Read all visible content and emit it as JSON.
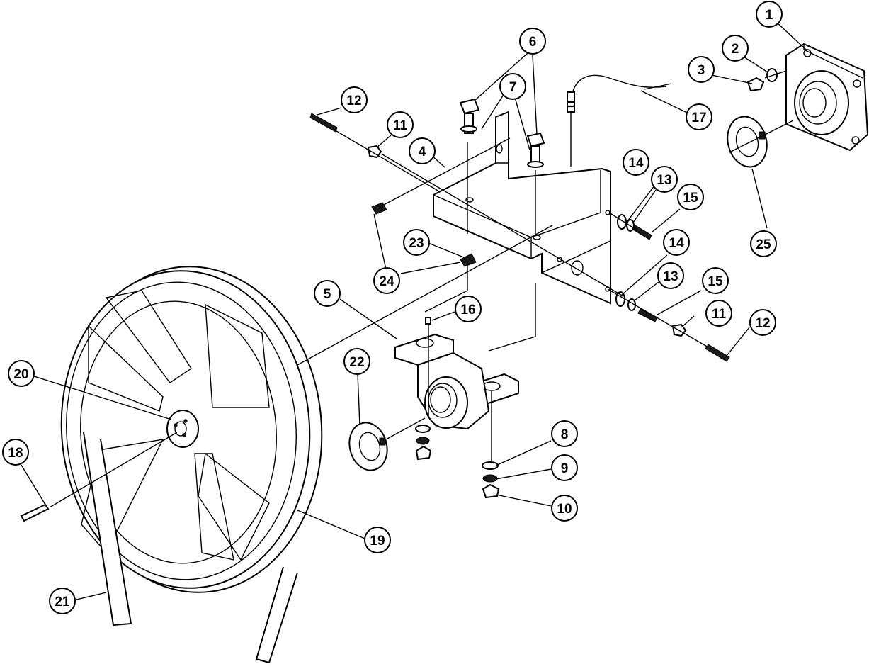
{
  "diagram": {
    "callouts": [
      {
        "id": "c1",
        "label": "1"
      },
      {
        "id": "c2",
        "label": "2"
      },
      {
        "id": "c3",
        "label": "3"
      },
      {
        "id": "c4",
        "label": "4"
      },
      {
        "id": "c5",
        "label": "5"
      },
      {
        "id": "c6",
        "label": "6"
      },
      {
        "id": "c7",
        "label": "7"
      },
      {
        "id": "c8",
        "label": "8"
      },
      {
        "id": "c9",
        "label": "9"
      },
      {
        "id": "c10",
        "label": "10"
      },
      {
        "id": "c11a",
        "label": "11"
      },
      {
        "id": "c11b",
        "label": "11"
      },
      {
        "id": "c12a",
        "label": "12"
      },
      {
        "id": "c12b",
        "label": "12"
      },
      {
        "id": "c13a",
        "label": "13"
      },
      {
        "id": "c13b",
        "label": "13"
      },
      {
        "id": "c14a",
        "label": "14"
      },
      {
        "id": "c14b",
        "label": "14"
      },
      {
        "id": "c15a",
        "label": "15"
      },
      {
        "id": "c15b",
        "label": "15"
      },
      {
        "id": "c16",
        "label": "16"
      },
      {
        "id": "c17",
        "label": "17"
      },
      {
        "id": "c18",
        "label": "18"
      },
      {
        "id": "c19",
        "label": "19"
      },
      {
        "id": "c20",
        "label": "20"
      },
      {
        "id": "c21",
        "label": "21"
      },
      {
        "id": "c22",
        "label": "22"
      },
      {
        "id": "c23",
        "label": "23"
      },
      {
        "id": "c24",
        "label": "24"
      },
      {
        "id": "c25",
        "label": "25"
      }
    ]
  }
}
